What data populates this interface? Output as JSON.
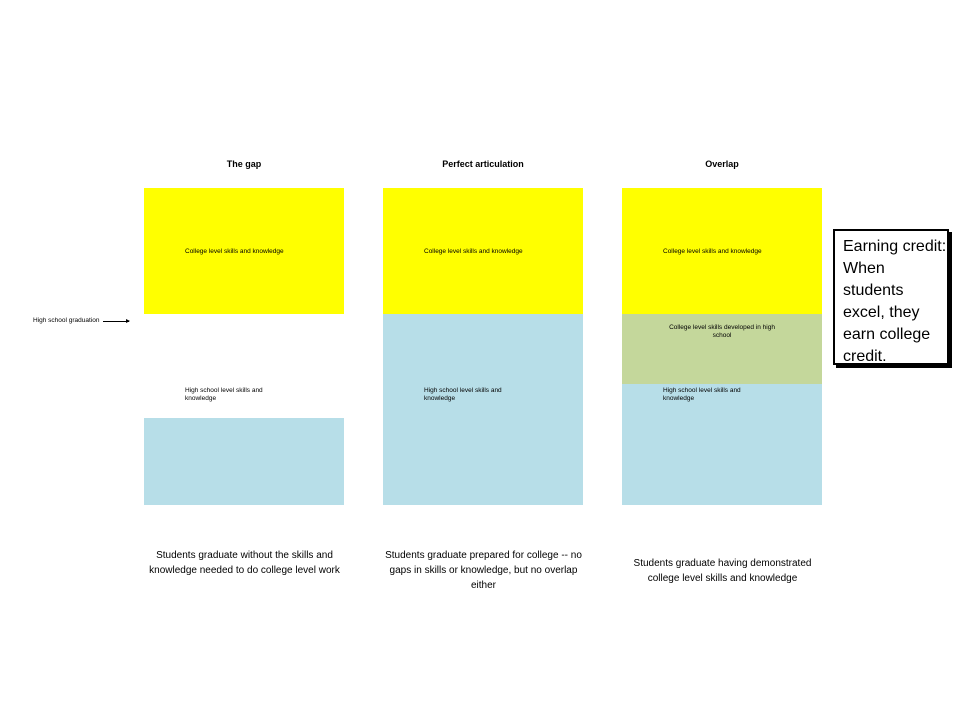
{
  "columns": [
    {
      "title": "The gap",
      "college_label": "College level skills and knowledge",
      "hs_label": "High school level skills and knowledge",
      "caption": "Students graduate without the skills and knowledge needed to do college level work"
    },
    {
      "title": "Perfect articulation",
      "college_label": "College level skills and knowledge",
      "hs_label": "High school level skills and knowledge",
      "caption": "Students graduate prepared for college -- no gaps in skills or knowledge, but no overlap either"
    },
    {
      "title": "Overlap",
      "college_label": "College level skills and knowledge",
      "overlap_label": "College level skills developed in high school",
      "hs_label": "High school level skills and knowledge",
      "caption": "Students graduate having demonstrated college level skills and knowledge"
    }
  ],
  "hs_graduation_label": "High school graduation",
  "callout": "Earning credit:  When students excel, they earn college credit.",
  "colors": {
    "college": "#ffff00",
    "high_school": "#b7dee8",
    "overlap": "#c4d79b"
  }
}
